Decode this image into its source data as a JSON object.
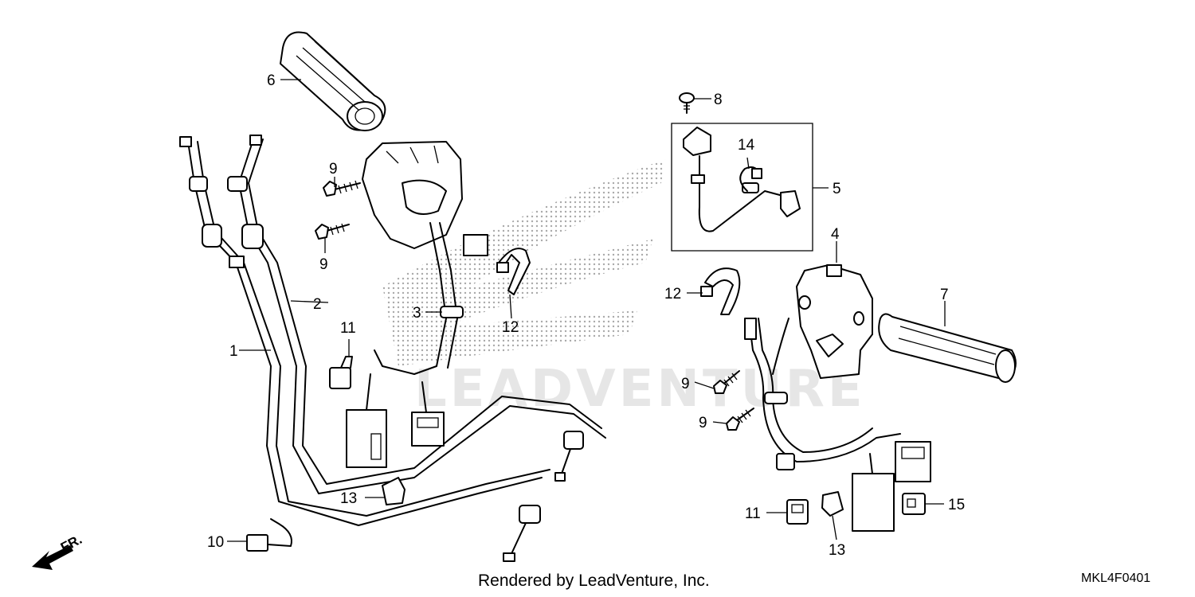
{
  "diagram": {
    "callouts": {
      "c1": "1",
      "c2": "2",
      "c3": "3",
      "c4": "4",
      "c5": "5",
      "c6": "6",
      "c7": "7",
      "c8": "8",
      "c9a": "9",
      "c9b": "9",
      "c9c": "9",
      "c9d": "9",
      "c10": "10",
      "c11a": "11",
      "c11b": "11",
      "c12a": "12",
      "c12b": "12",
      "c13a": "13",
      "c13b": "13",
      "c14": "14",
      "c15": "15"
    },
    "front_marker": "FR.",
    "watermark": "LEADVENTURE"
  },
  "footer": {
    "credit": "Rendered by LeadVenture, Inc.",
    "code": "MKL4F0401"
  }
}
